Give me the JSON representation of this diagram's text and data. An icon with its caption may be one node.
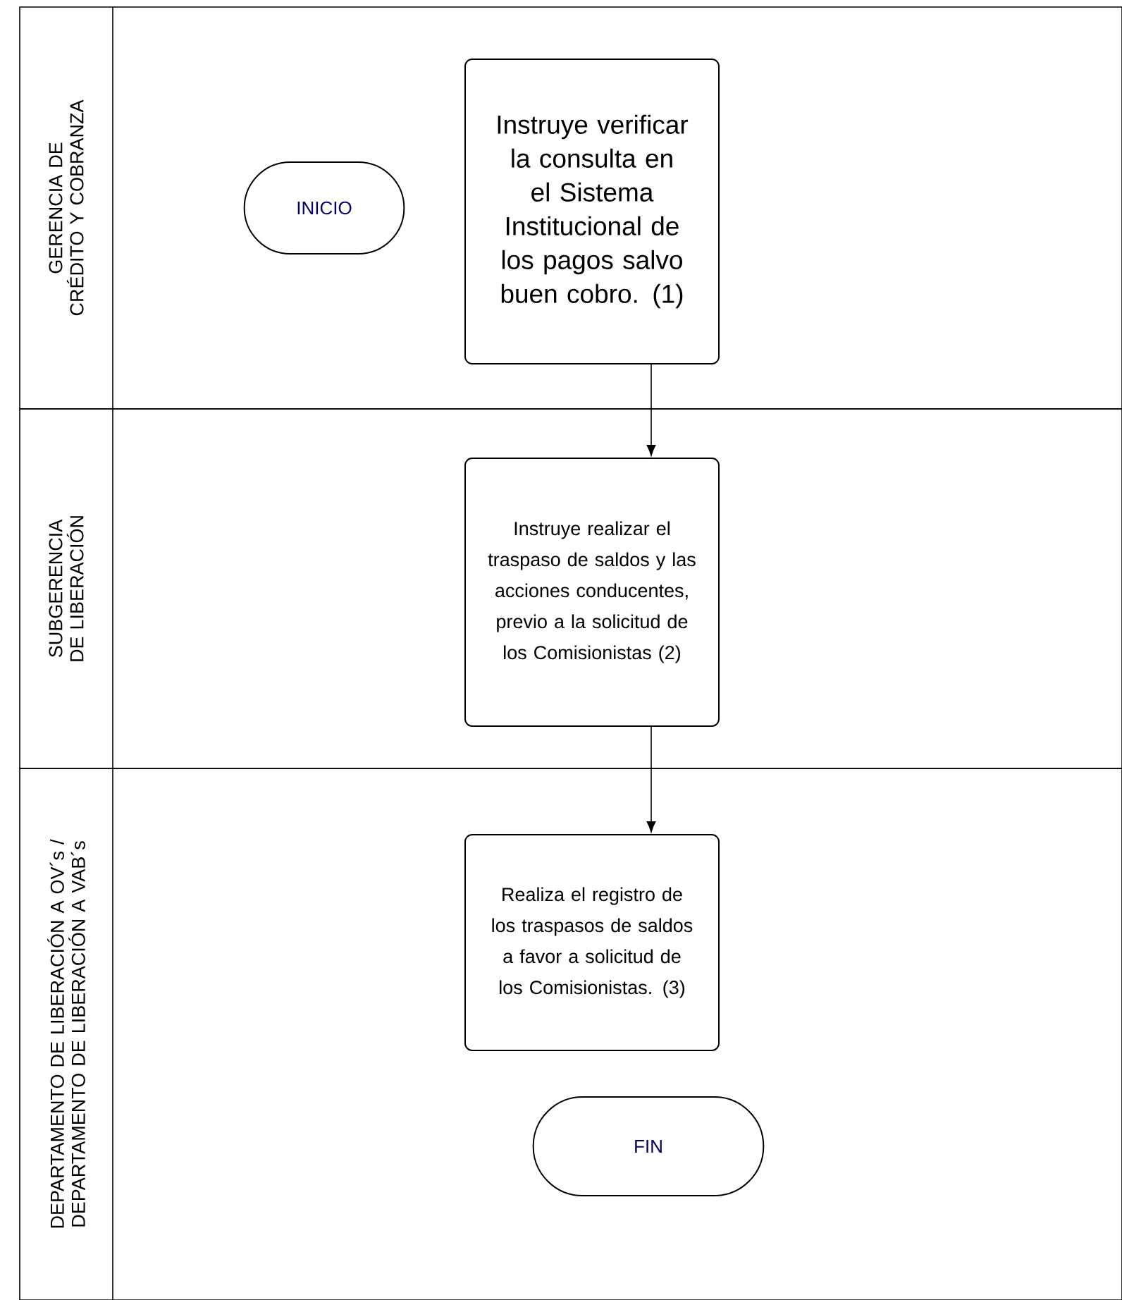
{
  "diagram": {
    "nodes": [
      {
        "text": [
          "GERENCIA DE CRÉDITO Y COBRANZA"
        ]
      },
      {
        "text": [
          "INICIO"
        ],
        "in": 0
      },
      {
        "text": [
          "Instruye verificar la consulta en el Sistema Institucional de los pagos salvo buen cobro. (1)"
        ],
        "in": 0
      },
      {
        "text": [
          "SUBGERENCIA DE LIBERACIÓN"
        ]
      },
      {
        "text": [
          "Instruye realizar el traspaso de saldos y las acciones conducentes, previo a la solicitud de los Comisionistas (2)"
        ],
        "in": 3
      },
      {
        "text": [
          "DEPARTAMENTO DE LIBERACIÓN A OV´s / DEPARTAMENTO DE LIBERACIÓN A VAB´s"
        ]
      },
      {
        "text": [
          "Realiza el registro de los traspasos de saldos a favor a solicitud de los Comisionistas. (3)"
        ],
        "in": 5
      },
      {
        "text": [
          "FIN"
        ],
        "in": 5
      }
    ],
    "edges": [
      {
        "from": 2,
        "to": 4,
        "arrow": "to"
      },
      {
        "from": 4,
        "to": 6,
        "arrow": "to"
      }
    ]
  }
}
